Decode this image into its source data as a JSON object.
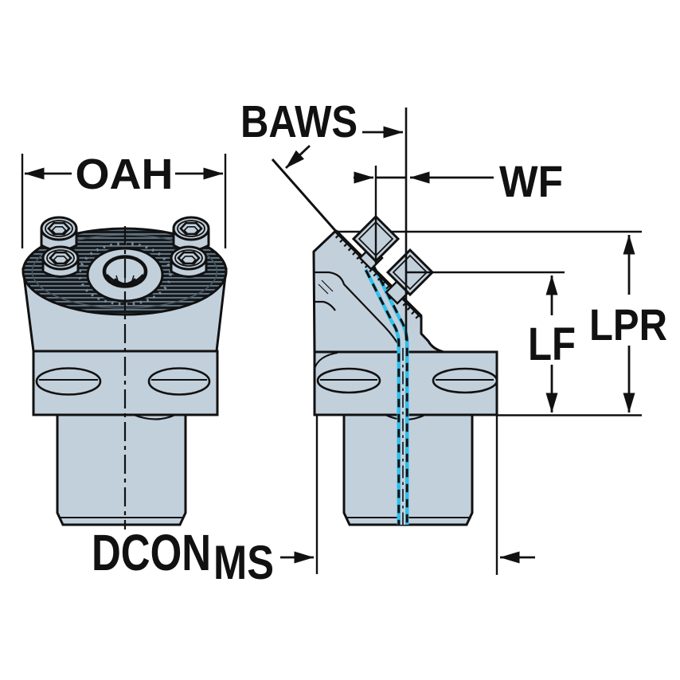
{
  "diagram": {
    "type": "engineering-dimension-drawing",
    "subject": "tool holder adaptor, two orthographic views with dimension callouts",
    "dimension_labels": {
      "baws": "BAWS",
      "oah": "OAH",
      "wf": "WF",
      "lf": "LF",
      "lpr": "LPR",
      "dcon": "DCON",
      "ms": "MS"
    },
    "colors": {
      "background": "#ffffff",
      "body_fill": "#c2d0dc",
      "outline": "#111111",
      "coolant_channel": "#2fc0ec",
      "hatch_highlight": "#7e909d"
    }
  }
}
